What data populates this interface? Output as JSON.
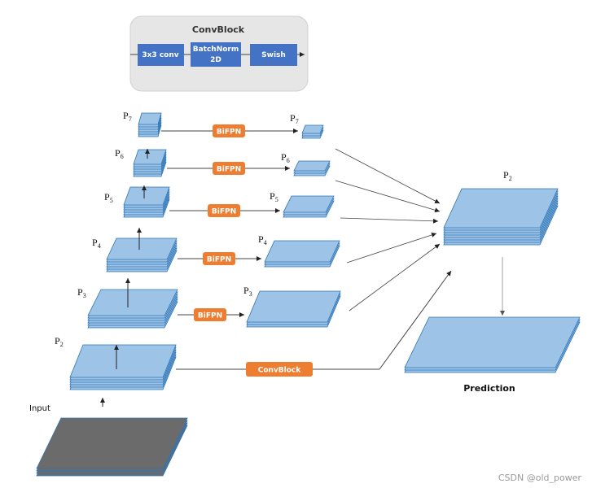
{
  "convblock_panel": {
    "title": "ConvBlock",
    "blocks": [
      {
        "line1": "3x3 conv",
        "line2": ""
      },
      {
        "line1": "BatchNorm",
        "line2": "2D"
      },
      {
        "line1": "Swish",
        "line2": ""
      }
    ]
  },
  "labels": {
    "input": "Input",
    "p_letter": "P",
    "p2": "2",
    "p3": "3",
    "p4": "4",
    "p5": "5",
    "p6": "6",
    "p7": "7",
    "bifpn": "BiFPN",
    "convblock": "ConvBlock",
    "prediction": "Prediction"
  },
  "watermark": "CSDN @old_power",
  "colors": {
    "layer_fill": "#9dc3e6",
    "layer_stroke": "#2e75b6",
    "input_fill": "#6b6b6b",
    "block_blue": "#4472c4",
    "orange": "#ed7d31",
    "panel_bg": "#e6e6e6"
  }
}
